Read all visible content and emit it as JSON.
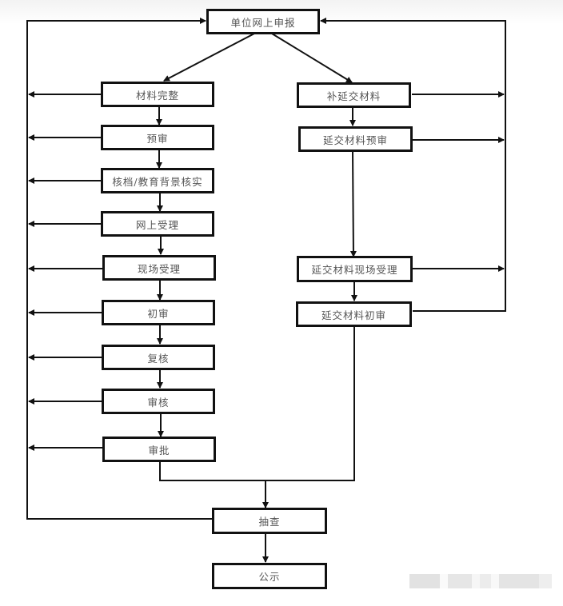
{
  "diagram": {
    "type": "flowchart",
    "nodes": {
      "start": "单位网上申报",
      "complete": "材料完整",
      "pre_review": "预审",
      "verify": "核档/教育背景核实",
      "online_accept": "网上受理",
      "onsite_accept": "现场受理",
      "first_review": "初审",
      "recheck": "复核",
      "audit": "审核",
      "approve": "审批",
      "supplement": "补延交材料",
      "supp_pre_review": "延交材料预审",
      "supp_onsite_accept": "延交材料现场受理",
      "supp_first_review": "延交材料初审",
      "spot_check": "抽查",
      "publicize": "公示"
    },
    "edges": [
      [
        "start",
        "complete"
      ],
      [
        "start",
        "supplement"
      ],
      [
        "complete",
        "pre_review"
      ],
      [
        "pre_review",
        "verify"
      ],
      [
        "verify",
        "online_accept"
      ],
      [
        "online_accept",
        "onsite_accept"
      ],
      [
        "onsite_accept",
        "first_review"
      ],
      [
        "first_review",
        "recheck"
      ],
      [
        "recheck",
        "audit"
      ],
      [
        "audit",
        "approve"
      ],
      [
        "supplement",
        "supp_pre_review"
      ],
      [
        "supp_pre_review",
        "supp_onsite_accept"
      ],
      [
        "supp_onsite_accept",
        "supp_first_review"
      ],
      [
        "approve",
        "spot_check"
      ],
      [
        "supp_first_review",
        "spot_check"
      ],
      [
        "spot_check",
        "publicize"
      ],
      [
        "complete",
        "start",
        "left-return-loop"
      ],
      [
        "pre_review",
        "start",
        "left-return-loop"
      ],
      [
        "verify",
        "start",
        "left-return-loop"
      ],
      [
        "online_accept",
        "start",
        "left-return-loop"
      ],
      [
        "onsite_accept",
        "start",
        "left-return-loop"
      ],
      [
        "first_review",
        "start",
        "left-return-loop"
      ],
      [
        "recheck",
        "start",
        "left-return-loop"
      ],
      [
        "audit",
        "start",
        "left-return-loop"
      ],
      [
        "approve",
        "start",
        "left-return-loop"
      ],
      [
        "spot_check",
        "start",
        "left-return-loop"
      ],
      [
        "supplement",
        "start",
        "right-return-loop"
      ],
      [
        "supp_pre_review",
        "start",
        "right-return-loop"
      ],
      [
        "supp_onsite_accept",
        "start",
        "right-return-loop"
      ],
      [
        "supp_first_review",
        "start",
        "right-return-loop"
      ]
    ],
    "colors": {
      "line": "#111111",
      "text": "#555555"
    }
  }
}
